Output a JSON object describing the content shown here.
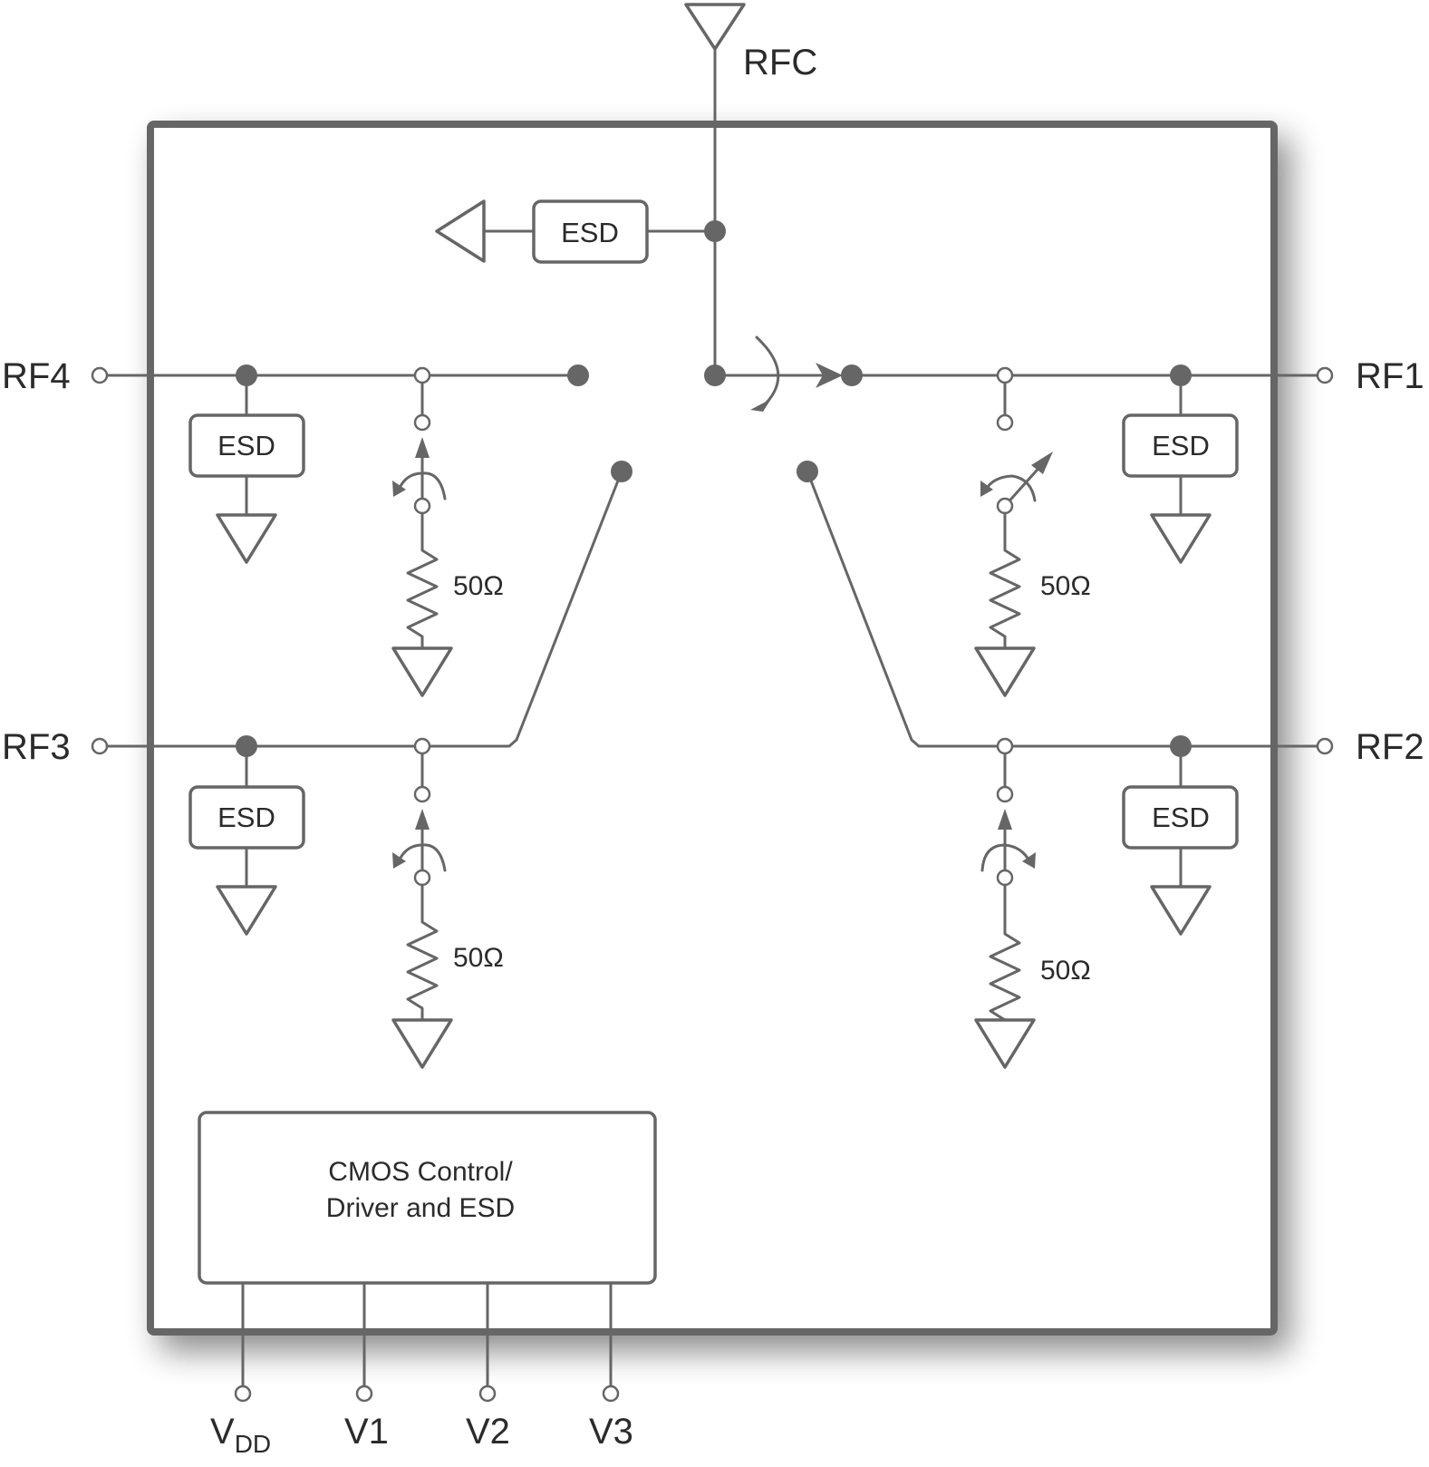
{
  "diagram": {
    "type": "SP4T RF switch functional block diagram",
    "colors": {
      "line": "#666666",
      "text": "#2b2b2b",
      "background": "#ffffff"
    },
    "ports": {
      "rfc": "RFC",
      "rf1": "RF1",
      "rf2": "RF2",
      "rf3": "RF3",
      "rf4": "RF4"
    },
    "esd_label": "ESD",
    "esd_blocks": [
      "ESD",
      "ESD",
      "ESD",
      "ESD",
      "ESD"
    ],
    "terminations": [
      "50Ω",
      "50Ω",
      "50Ω",
      "50Ω"
    ],
    "control_block": {
      "line1": "CMOS Control/",
      "line2": "Driver and ESD"
    },
    "control_pins": {
      "vdd_main": "V",
      "vdd_sub": "DD",
      "v1": "V1",
      "v2": "V2",
      "v3": "V3"
    }
  }
}
